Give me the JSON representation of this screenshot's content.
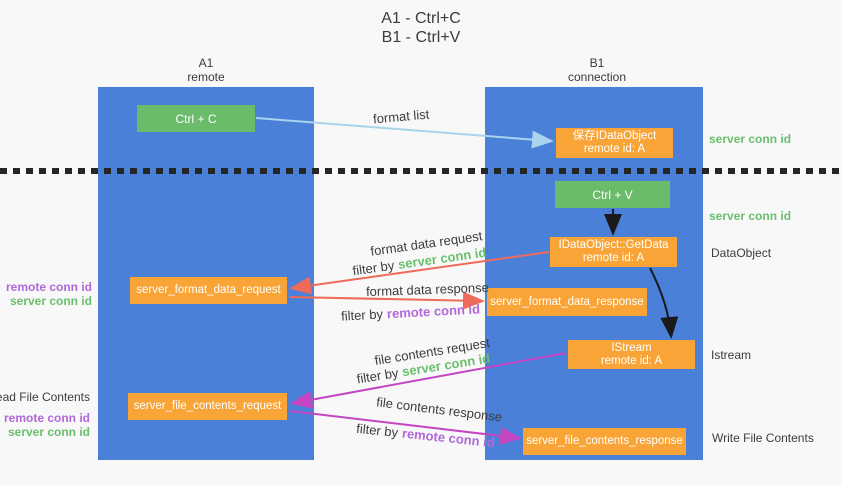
{
  "title": {
    "line1": "A1 - Ctrl+C",
    "line2": "B1 - Ctrl+V"
  },
  "lanes": {
    "left": {
      "title": "A1",
      "subtitle": "remote"
    },
    "right": {
      "title": "B1",
      "subtitle": "connection"
    }
  },
  "nodes": {
    "ctrl_c": {
      "label": "Ctrl + C"
    },
    "ctrl_v": {
      "label": "Ctrl + V"
    },
    "save_idataobject": {
      "line1": "保存IDataObject",
      "line2": "remote id: A"
    },
    "getdata": {
      "line1": "IDataObject::GetData",
      "line2": "remote id: A"
    },
    "istream": {
      "line1": "IStream",
      "line2": "remote id: A"
    },
    "server_format_data_request": {
      "label": "server_format_data_request"
    },
    "server_format_data_response": {
      "label": "server_format_data_response"
    },
    "server_file_contents_request": {
      "label": "server_file_contents_request"
    },
    "server_file_contents_response": {
      "label": "server_file_contents_response"
    }
  },
  "flows": {
    "format_list": {
      "label": "format list"
    },
    "format_data_request": {
      "label": "format data request",
      "filter_prefix": "filter by",
      "filter_key": "server conn id"
    },
    "format_data_response": {
      "label": "format data response",
      "filter_prefix": "filter by",
      "filter_key": "remote conn id"
    },
    "file_contents_request": {
      "label": "file contents request",
      "filter_prefix": "filter by",
      "filter_key": "server conn id"
    },
    "file_contents_response": {
      "label": "file contents response",
      "filter_prefix": "filter by",
      "filter_key": "remote conn id"
    }
  },
  "annotations": {
    "right": {
      "server_conn_id_top": "server conn id",
      "server_conn_id_mid": "server conn id",
      "dataobject": "DataObject",
      "istream": "Istream",
      "write_file_contents": "Write File Contents"
    },
    "left": {
      "remote_conn_id_top": "remote conn id",
      "server_conn_id_top": "server conn id",
      "read_file_contents": "Read File Contents",
      "remote_conn_id_bottom": "remote conn id",
      "server_conn_id_bottom": "server conn id"
    }
  },
  "colors": {
    "lane_blue": "#4a80d8",
    "box_green": "#6abb6a",
    "box_orange": "#f8a436",
    "arrow_lightblue": "#a9d3ee",
    "arrow_red": "#ee6a5a",
    "arrow_magenta": "#c446c3",
    "arrow_black": "#1a1a1a",
    "text_green": "#6abf6e",
    "text_purple": "#b168d8",
    "text_dark": "#3c3c3c",
    "background": "#f8f8f8"
  }
}
